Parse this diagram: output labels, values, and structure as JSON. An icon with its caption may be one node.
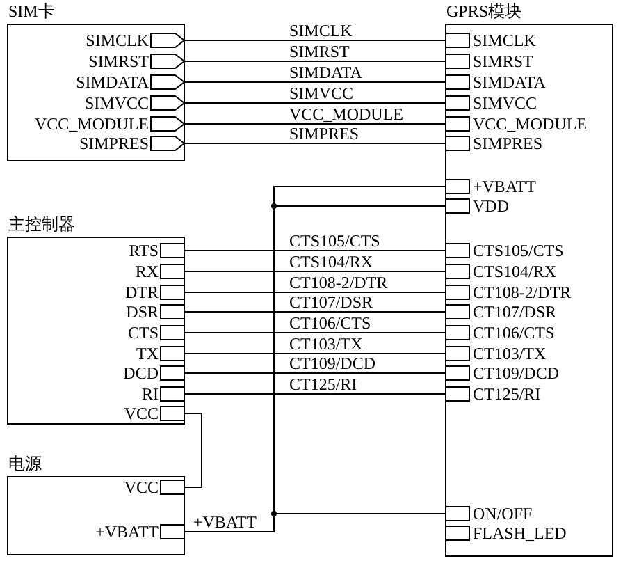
{
  "diagram": {
    "nodes": [
      {
        "text": [
          "SIM卡"
        ]
      },
      {
        "text": [
          "SIMCLK"
        ],
        "in": 0
      },
      {
        "text": [
          "SIMRST"
        ],
        "in": 0
      },
      {
        "text": [
          "SIMDATA"
        ],
        "in": 0
      },
      {
        "text": [
          "SIMVCC"
        ],
        "in": 0
      },
      {
        "text": [
          "VCC_MODULE"
        ],
        "in": 0
      },
      {
        "text": [
          "SIMPRES"
        ],
        "in": 0
      },
      {
        "text": [
          "GPRS模块"
        ]
      },
      {
        "text": [
          "SIMCLK"
        ],
        "in": 7
      },
      {
        "text": [
          "SIMRST"
        ],
        "in": 7
      },
      {
        "text": [
          "SIMDATA"
        ],
        "in": 7
      },
      {
        "text": [
          "SIMVCC"
        ],
        "in": 7
      },
      {
        "text": [
          "VCC_MODULE"
        ],
        "in": 7
      },
      {
        "text": [
          "SIMPRES"
        ],
        "in": 7
      },
      {
        "text": [
          "+VBATT"
        ],
        "in": 7
      },
      {
        "text": [
          "VDD"
        ],
        "in": 7
      },
      {
        "text": [
          "CTS105/CTS"
        ],
        "in": 7
      },
      {
        "text": [
          "CTS104/RX"
        ],
        "in": 7
      },
      {
        "text": [
          "CT108-2/DTR"
        ],
        "in": 7
      },
      {
        "text": [
          "CT107/DSR"
        ],
        "in": 7
      },
      {
        "text": [
          "CT106/CTS"
        ],
        "in": 7
      },
      {
        "text": [
          "CT103/TX"
        ],
        "in": 7
      },
      {
        "text": [
          "CT109/DCD"
        ],
        "in": 7
      },
      {
        "text": [
          "CT125/RI"
        ],
        "in": 7
      },
      {
        "text": [
          "ON/OFF"
        ],
        "in": 7
      },
      {
        "text": [
          "FLASH_LED"
        ],
        "in": 7
      },
      {
        "text": [
          "主控制器"
        ]
      },
      {
        "text": [
          "RTS"
        ],
        "in": 26
      },
      {
        "text": [
          "RX"
        ],
        "in": 26
      },
      {
        "text": [
          "DTR"
        ],
        "in": 26
      },
      {
        "text": [
          "DSR"
        ],
        "in": 26
      },
      {
        "text": [
          "CTS"
        ],
        "in": 26
      },
      {
        "text": [
          "TX"
        ],
        "in": 26
      },
      {
        "text": [
          "DCD"
        ],
        "in": 26
      },
      {
        "text": [
          "RI"
        ],
        "in": 26
      },
      {
        "text": [
          "VCC"
        ],
        "in": 26
      },
      {
        "text": [
          "电源"
        ]
      },
      {
        "text": [
          "VCC"
        ],
        "in": 36
      },
      {
        "text": [
          "+VBATT"
        ],
        "in": 36
      }
    ],
    "edges": [
      {
        "from": 1,
        "to": 8,
        "arrow": "none",
        "label": "SIMCLK"
      },
      {
        "from": 2,
        "to": 9,
        "arrow": "none",
        "label": "SIMRST"
      },
      {
        "from": 3,
        "to": 10,
        "arrow": "none",
        "label": "SIMDATA"
      },
      {
        "from": 4,
        "to": 11,
        "arrow": "none",
        "label": "SIMVCC"
      },
      {
        "from": 5,
        "to": 12,
        "arrow": "none",
        "label": "VCC_MODULE"
      },
      {
        "from": 6,
        "to": 13,
        "arrow": "none",
        "label": "SIMPRES"
      },
      {
        "from": 27,
        "to": 16,
        "arrow": "none",
        "label": "CTS105/CTS"
      },
      {
        "from": 28,
        "to": 17,
        "arrow": "none",
        "label": "CTS104/RX"
      },
      {
        "from": 29,
        "to": 18,
        "arrow": "none",
        "label": "CT108-2/DTR"
      },
      {
        "from": 30,
        "to": 19,
        "arrow": "none",
        "label": "CT107/DSR"
      },
      {
        "from": 31,
        "to": 20,
        "arrow": "none",
        "label": "CT106/CTS"
      },
      {
        "from": 32,
        "to": 21,
        "arrow": "none",
        "label": "CT103/TX"
      },
      {
        "from": 33,
        "to": 22,
        "arrow": "none",
        "label": "CT109/DCD"
      },
      {
        "from": 34,
        "to": 23,
        "arrow": "none",
        "label": "CT125/RI"
      },
      {
        "from": 35,
        "to": 37,
        "arrow": "none"
      },
      {
        "from": 38,
        "to": 14,
        "arrow": "none",
        "label": "+VBATT"
      },
      {
        "from": 38,
        "to": 15,
        "arrow": "none"
      },
      {
        "from": 38,
        "to": 24,
        "arrow": "none"
      }
    ]
  }
}
